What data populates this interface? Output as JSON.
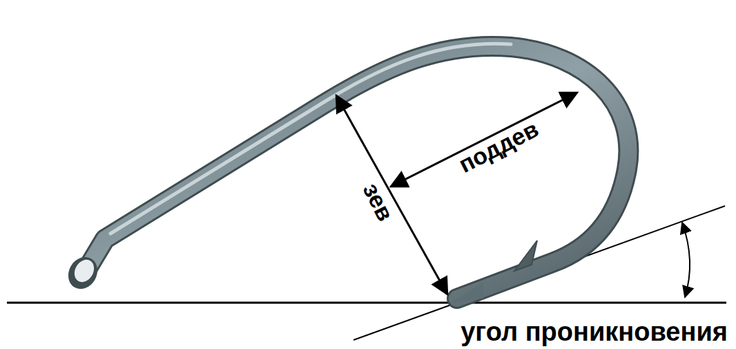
{
  "diagram": {
    "labels": [
      "поддев",
      "зев",
      "угол проникновения"
    ]
  }
}
